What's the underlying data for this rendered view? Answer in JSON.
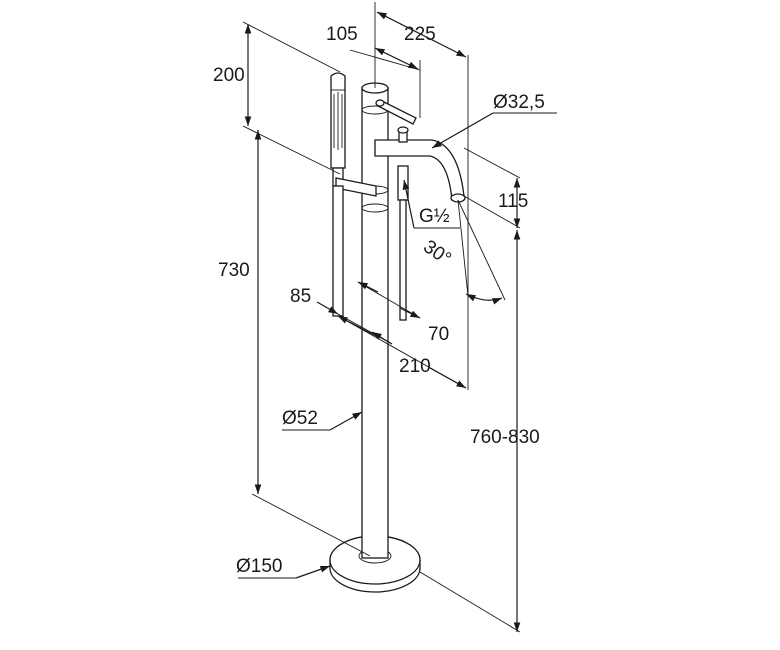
{
  "drawing": {
    "subject": "free-standing bath mixer",
    "dimensions": {
      "d105": "105",
      "d225": "225",
      "d200": "200",
      "d32_5": "Ø32,5",
      "d115": "115",
      "g_half": "G½",
      "angle30": "30°",
      "d730": "730",
      "d85": "85",
      "d70": "70",
      "d210": "210",
      "d52": "Ø52",
      "d760_830": "760-830",
      "d150": "Ø150"
    }
  }
}
